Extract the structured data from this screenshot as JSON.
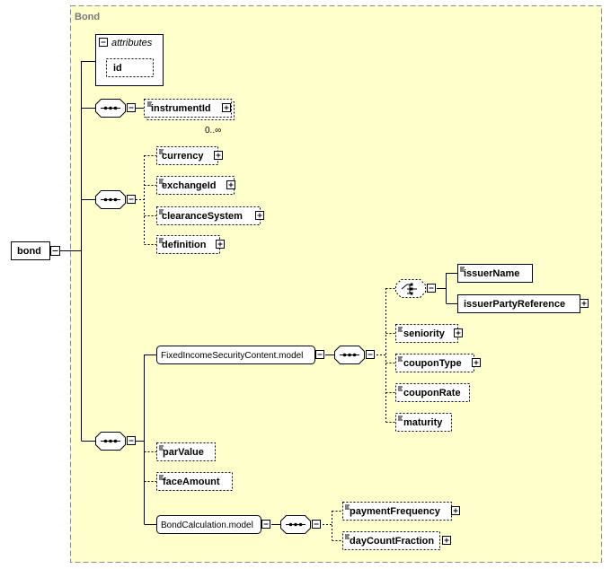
{
  "group": {
    "title": "Bond"
  },
  "root": {
    "label": "bond"
  },
  "attributes": {
    "title": "attributes",
    "items": [
      "id"
    ]
  },
  "elements": {
    "instrumentId": "instrumentId",
    "instrumentId_card": "0..∞",
    "currency": "currency",
    "exchangeId": "exchangeId",
    "clearanceSystem": "clearanceSystem",
    "definition": "definition",
    "fixedIncomeModel": "FixedIncomeSecurityContent.model",
    "issuerName": "issuerName",
    "issuerPartyReference": "issuerPartyReference",
    "seniority": "seniority",
    "couponType": "couponType",
    "couponRate": "couponRate",
    "maturity": "maturity",
    "parValue": "parValue",
    "faceAmount": "faceAmount",
    "bondCalcModel": "BondCalculation.model",
    "paymentFrequency": "paymentFrequency",
    "dayCountFraction": "dayCountFraction"
  },
  "colors": {
    "group_bg": "#ffffcc",
    "group_border": "#8c8c8c",
    "box_border": "#000000",
    "box_bg": "#ffffff"
  }
}
